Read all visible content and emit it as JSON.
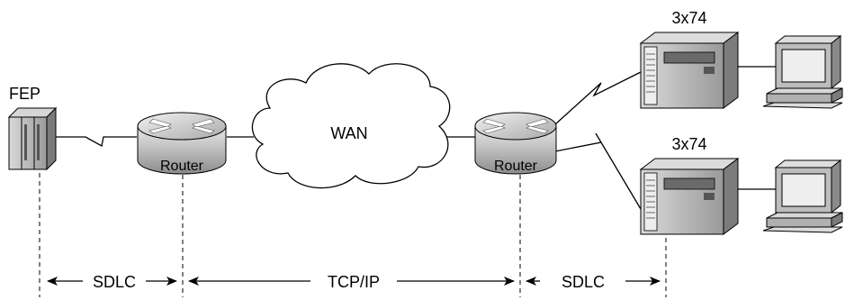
{
  "diagram": {
    "fep": {
      "label": "FEP"
    },
    "routers": [
      {
        "label": "Router"
      },
      {
        "label": "Router"
      }
    ],
    "wan": {
      "label": "WAN"
    },
    "controllers": [
      {
        "label": "3x74"
      },
      {
        "label": "3x74"
      }
    ],
    "segments": [
      {
        "label": "SDLC"
      },
      {
        "label": "TCP/IP"
      },
      {
        "label": "SDLC"
      }
    ],
    "icons": [
      "fep-icon",
      "router-icon",
      "cloud-icon",
      "cluster-controller-icon",
      "terminal-icon"
    ],
    "colors": {
      "device_gray": "#b8b8b8",
      "device_dark": "#6a6a6a",
      "line": "#000000",
      "background": "#ffffff"
    }
  }
}
